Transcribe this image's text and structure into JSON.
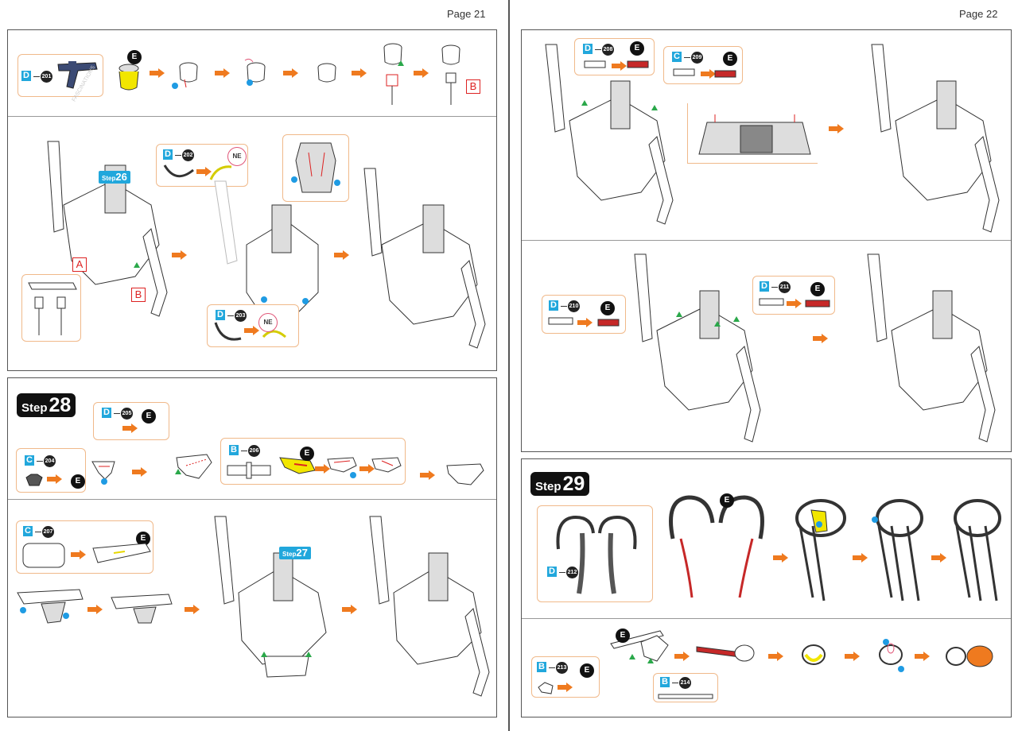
{
  "pages": {
    "left_label": "Page 21",
    "right_label": "Page 22"
  },
  "badges": {
    "e": "E",
    "ne": "NE",
    "a": "A",
    "b": "B"
  },
  "step_word": "Step",
  "steps": {
    "s26": "26",
    "s27": "27",
    "s28": "28",
    "s29": "29"
  },
  "sheets": {
    "b": "B",
    "c": "C",
    "d": "D"
  },
  "parts": {
    "p201": "201",
    "p202": "202",
    "p203": "203",
    "p204": "204",
    "p205": "205",
    "p206": "206",
    "p207": "207",
    "p208": "208",
    "p209": "209",
    "p210": "210",
    "p211": "211",
    "p212": "212",
    "p213": "213",
    "p214": "214"
  },
  "watermark": "FASCINATIONS",
  "colors": {
    "arrow": "#ef7a1f",
    "callout_border": "#f0b98a",
    "sheet_label": "#21a7dc",
    "label_red": "#dd2222",
    "pin_dot": "#1f9be3",
    "marker_triangle": "#2aa84a",
    "highlight_yellow": "#f2e600",
    "highlight_red": "#c62828",
    "tab_orange": "#ef7a1f"
  }
}
